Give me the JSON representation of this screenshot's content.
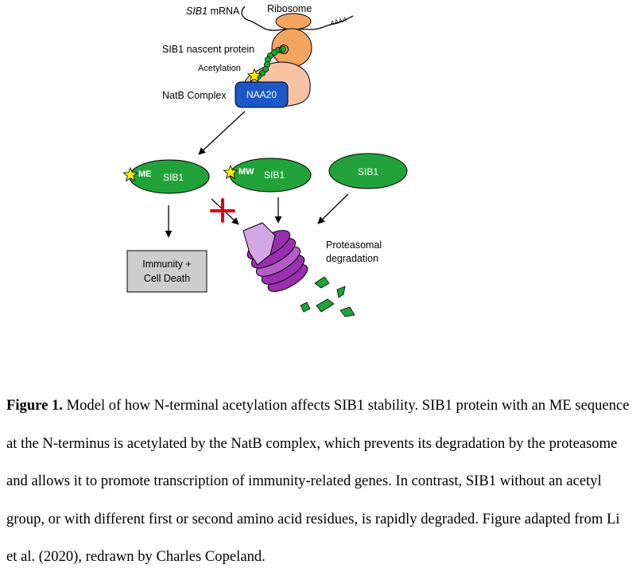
{
  "diagram": {
    "mrna_gene": "SIB1",
    "mrna_suffix": " mRNA",
    "ribosome": "Ribosome",
    "polya": "AAAA",
    "nascent": "SIB1 nascent protein",
    "acetylation": "Acetylation",
    "natb": "NatB Complex",
    "naa20": "NAA20",
    "prot1_tag": "ME",
    "prot1_name": "SIB1",
    "prot2_tag": "MW",
    "prot2_name": "SIB1",
    "prot3_name": "SIB1",
    "outcome_line1": "Immunity +",
    "outcome_line2": "Cell Death",
    "proteasome_line1": "Proteasomal",
    "proteasome_line2": "degradation"
  },
  "caption": {
    "label": "Figure 1.",
    "text": " Model of how N-terminal acetylation affects SIB1 stability. SIB1 protein with an ME sequence at the N-terminus is acetylated by the NatB complex, which prevents its degradation by the proteasome and allows it to promote transcription of immunity-related genes. In contrast, SIB1 without an acetyl group, or with different first or second amino acid residues, is rapidly degraded. Figure adapted from Li et al. (2020), redrawn by Charles Copeland."
  },
  "colors": {
    "ribosome": "#F4A460",
    "natb": "#F7C3A3",
    "naa20": "#1C57C8",
    "protein": "#22A33A",
    "star": "#FFF200",
    "proteasome": "#9A2FB0",
    "proteasome_cap": "#D3A6E6",
    "block": "#E0001B",
    "outcome_box": "#CDCDCD"
  }
}
